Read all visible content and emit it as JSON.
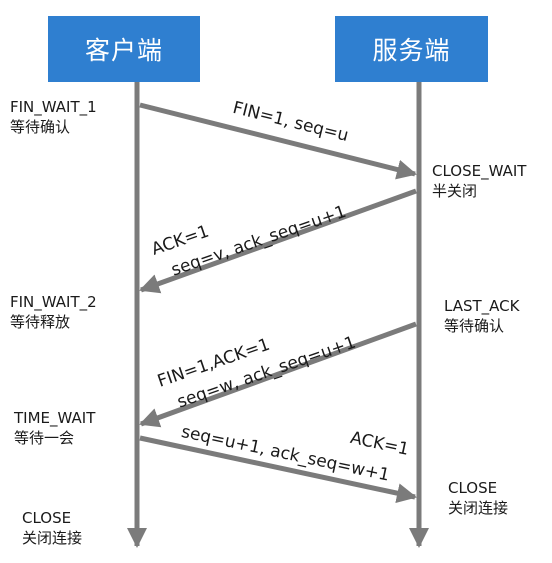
{
  "diagram": {
    "participants": {
      "client": "客户端",
      "server": "服务端"
    },
    "client_states": [
      {
        "code": "FIN_WAIT_1",
        "desc": "等待确认"
      },
      {
        "code": "FIN_WAIT_2",
        "desc": "等待释放"
      },
      {
        "code": "TIME_WAIT",
        "desc": "等待一会"
      },
      {
        "code": "CLOSE",
        "desc": "关闭连接"
      }
    ],
    "server_states": [
      {
        "code": "CLOSE_WAIT",
        "desc": "半关闭"
      },
      {
        "code": "LAST_ACK",
        "desc": "等待确认"
      },
      {
        "code": "CLOSE",
        "desc": "关闭连接"
      }
    ],
    "messages": [
      {
        "from": "client",
        "to": "server",
        "lines": [
          "FIN=1, seq=u"
        ]
      },
      {
        "from": "server",
        "to": "client",
        "lines": [
          "ACK=1",
          "seq=v, ack_seq=u+1"
        ]
      },
      {
        "from": "server",
        "to": "client",
        "lines": [
          "FIN=1,ACK=1",
          "seq=w, ack_seq=u+1"
        ]
      },
      {
        "from": "client",
        "to": "server",
        "lines": [
          "ACK=1",
          "seq=u+1, ack_seq=w+1"
        ]
      }
    ]
  },
  "colors": {
    "header_bg": "#2f7fd0",
    "line": "#7b7b7b"
  }
}
